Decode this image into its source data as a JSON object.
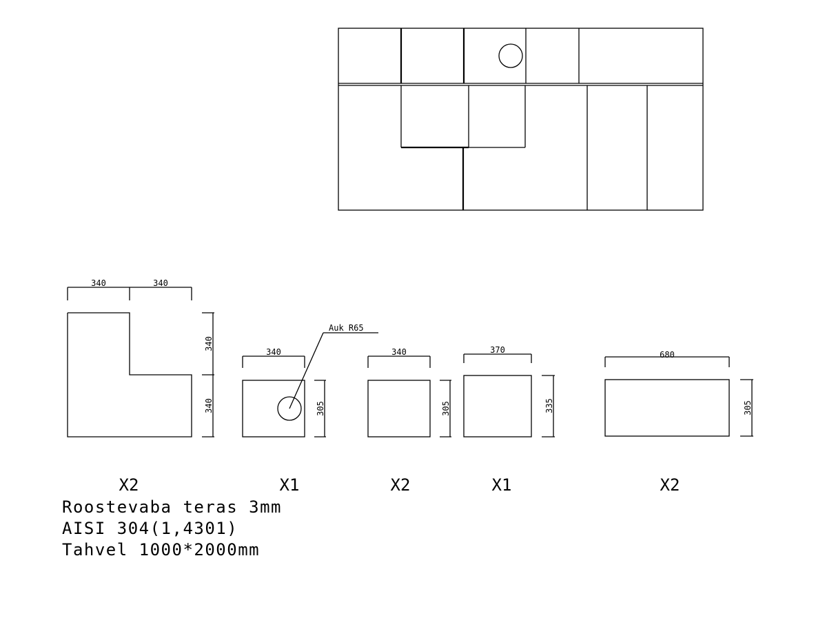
{
  "dimensions": {
    "l_part_top_left": "340",
    "l_part_top_right": "340",
    "l_part_side_upper": "340",
    "l_part_side_lower": "340",
    "hole_part_width": "340",
    "hole_part_height": "305",
    "plate_a_width": "340",
    "plate_a_height": "305",
    "plate_b_width": "370",
    "plate_b_height": "335",
    "plate_c_width": "680",
    "plate_c_height": "305"
  },
  "hole_label": "Auk R65",
  "quantities": {
    "l_part": "X2",
    "hole_part": "X1",
    "plate_a": "X2",
    "plate_b": "X1",
    "plate_c": "X2"
  },
  "notes": {
    "material": "Roostevaba teras 3mm",
    "grade": "AISI 304(1,4301)",
    "sheet": "Tahvel 1000*2000mm"
  }
}
